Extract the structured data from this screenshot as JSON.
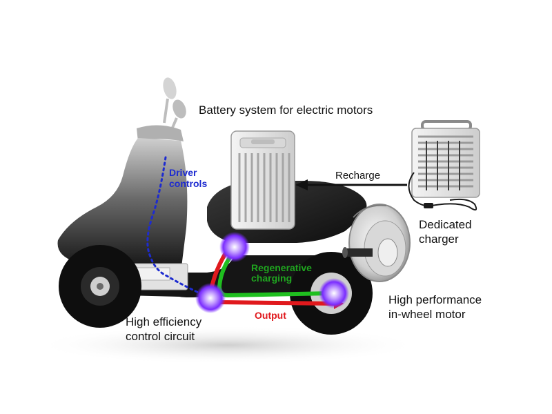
{
  "labels": {
    "battery_title": "Battery system for electric motors",
    "driver_controls": [
      "Driver",
      "controls"
    ],
    "recharge": "Recharge",
    "dedicated_charger": [
      "Dedicated",
      "charger"
    ],
    "regenerative_charging": [
      "Regenerative",
      "charging"
    ],
    "output": "Output",
    "control_circuit": [
      "High efficiency",
      "control circuit"
    ],
    "in_wheel_motor": [
      "High performance",
      "in-wheel motor"
    ]
  },
  "colors": {
    "driver_controls": "#1d2bd0",
    "regenerative_charging": "#1fa51f",
    "output": "#e0191d",
    "node_glow": "#8a3cff",
    "scooter_body": "#1a1a1a"
  }
}
